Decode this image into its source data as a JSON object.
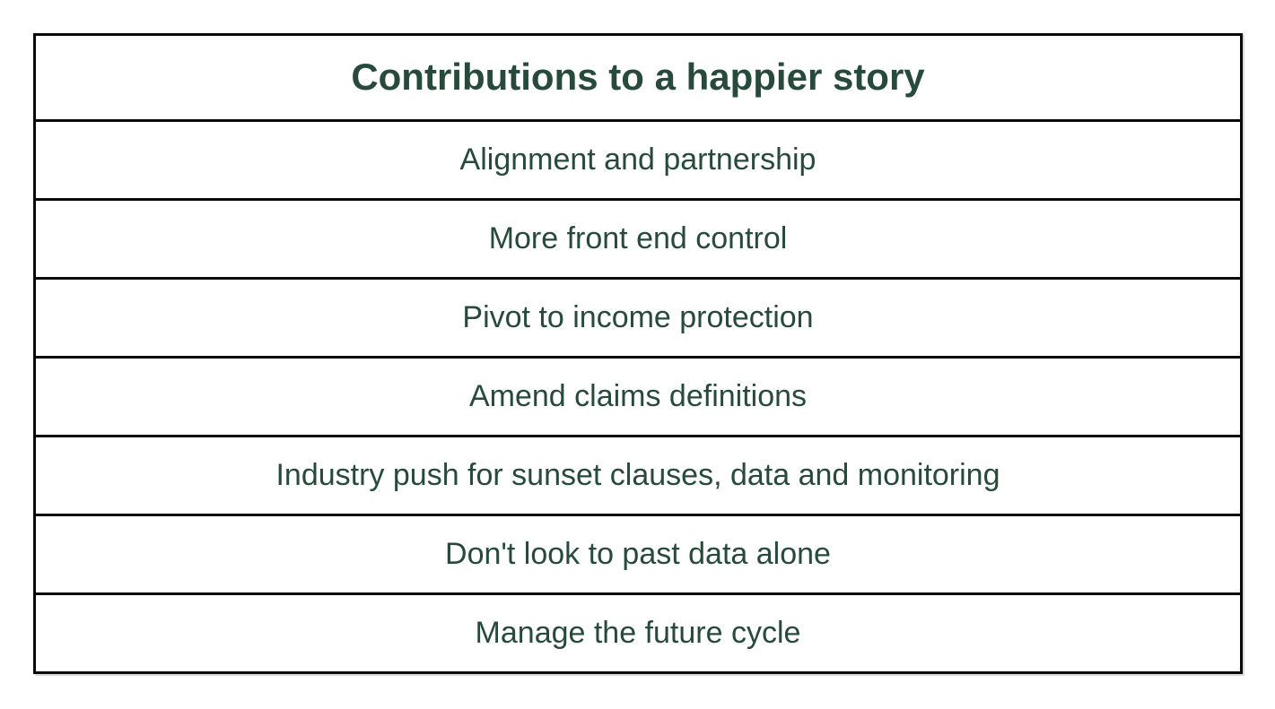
{
  "table": {
    "title": "Contributions to a happier story",
    "rows": [
      "Alignment and partnership",
      "More front end control",
      "Pivot to income protection",
      "Amend claims definitions",
      "Industry push for sunset clauses, data and monitoring",
      "Don't look to past data alone",
      "Manage the future cycle"
    ],
    "colors": {
      "text": "#274a3c",
      "border": "#0a0a0a",
      "background": "#ffffff"
    }
  }
}
